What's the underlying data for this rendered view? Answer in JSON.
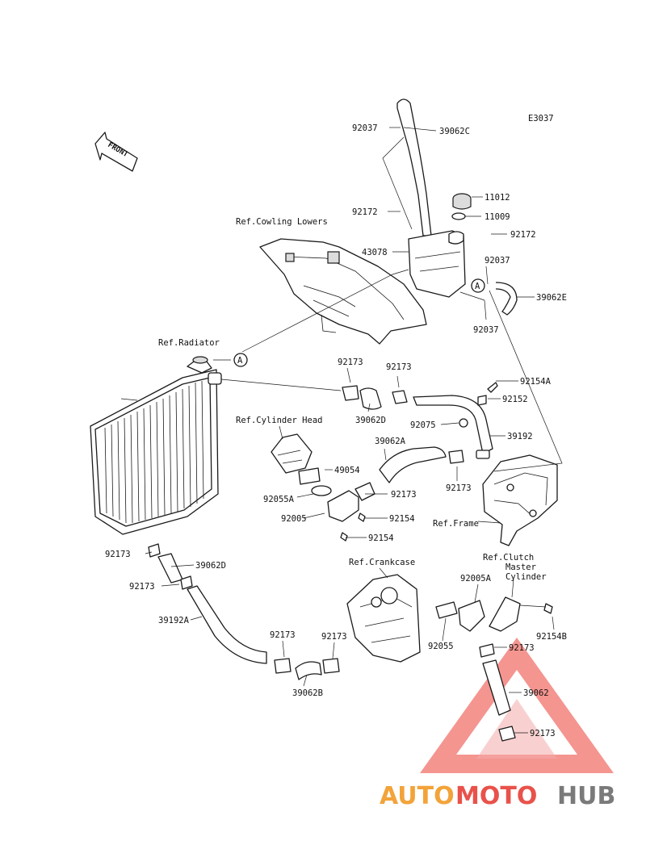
{
  "diagram_code": "E3037",
  "front_label": "FRONT",
  "references": {
    "cowling_lowers": "Ref.Cowling Lowers",
    "radiator": "Ref.Radiator",
    "cylinder_head": "Ref.Cylinder Head",
    "frame": "Ref.Frame",
    "crankcase": "Ref.Crankcase",
    "clutch_master_line1": "Ref.Clutch",
    "clutch_master_line2": "Master",
    "clutch_master_line3": "Cylinder"
  },
  "connector_letter": "A",
  "parts": {
    "p92037_top": "92037",
    "p39062C": "39062C",
    "p11012": "11012",
    "p11009": "11009",
    "p92172_left": "92172",
    "p92172_right": "92172",
    "p43078": "43078",
    "p92037_mid": "92037",
    "p39062E": "39062E",
    "p92037_low": "92037",
    "p92173_a": "92173",
    "p92173_b": "92173",
    "p92154A": "92154A",
    "p92152": "92152",
    "p39062D_top": "39062D",
    "p92075": "92075",
    "p39192": "39192",
    "p39062A": "39062A",
    "p49054": "49054",
    "p92055A": "92055A",
    "p92173_c": "92173",
    "p92173_d": "92173",
    "p92005": "92005",
    "p92154_a": "92154",
    "p92154_b": "92154",
    "p92173_e": "92173",
    "p39062D_low": "39062D",
    "p92173_f": "92173",
    "p39192A": "39192A",
    "p92173_g": "92173",
    "p92173_h": "92173",
    "p39062B": "39062B",
    "p92005A": "92005A",
    "p92154B": "92154B",
    "p92055": "92055",
    "p92173_i": "92173",
    "p39062": "39062",
    "p92173_j": "92173"
  },
  "watermark": {
    "part1": "AUTO",
    "part2": "MOTO",
    "part3": "HUB",
    "color_red": "#e8524a",
    "color_orange": "#f2a33a",
    "color_gray": "#7a7a7a"
  }
}
